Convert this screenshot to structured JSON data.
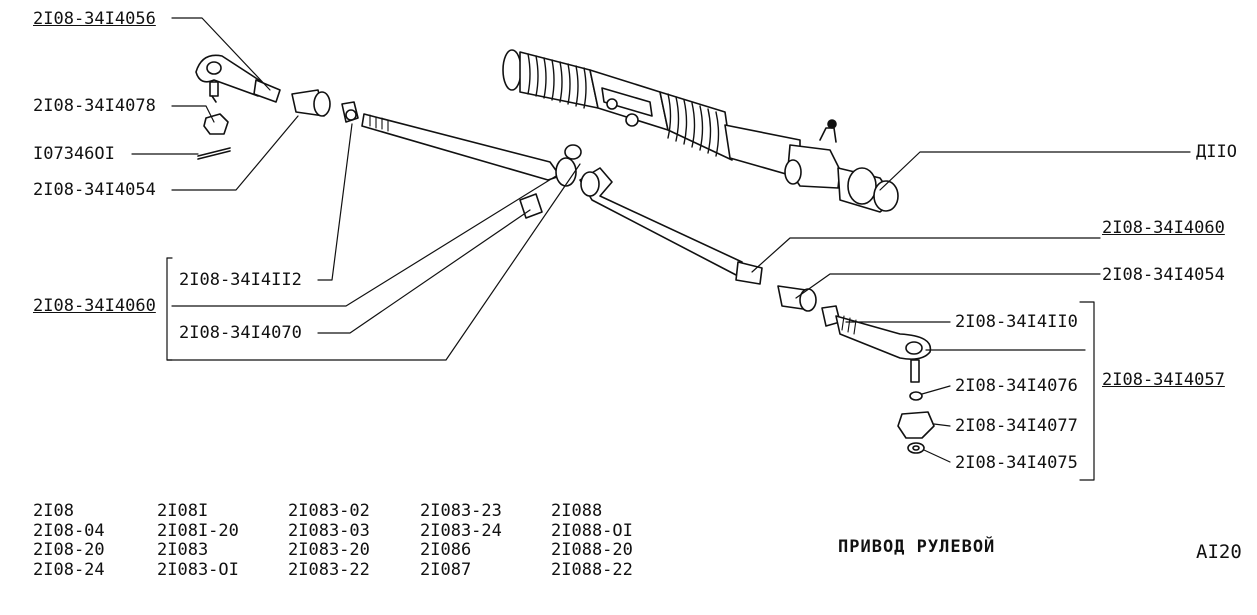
{
  "callouts": {
    "c1": "2I08-34I4056",
    "c2": "2I08-34I4078",
    "c3": "I07346OI",
    "c4": "2I08-34I4054",
    "c5": "2I08-34I4II2",
    "c6": "2I08-34I4060",
    "c7": "2I08-34I4070",
    "c8": "ДIIO",
    "c9": "2I08-34I4060",
    "c10": "2I08-34I4054",
    "c11": "2I08-34I4II0",
    "c12": "2I08-34I4057",
    "c13": "2I08-34I4076",
    "c14": "2I08-34I4077",
    "c15": "2I08-34I4075"
  },
  "models": [
    [
      "2I08",
      "2I08-04",
      "2I08-20",
      "2I08-24"
    ],
    [
      "2I08I",
      "2I08I-20",
      "2I083",
      "2I083-OI"
    ],
    [
      "2I083-02",
      "2I083-03",
      "2I083-20",
      "2I083-22"
    ],
    [
      "2I083-23",
      "2I083-24",
      "2I086",
      "2I087"
    ],
    [
      "2I088",
      "2I088-OI",
      "2I088-20",
      "2I088-22"
    ]
  ],
  "title": "ПРИВОД РУЛЕВОЙ",
  "page_code": "AI20"
}
